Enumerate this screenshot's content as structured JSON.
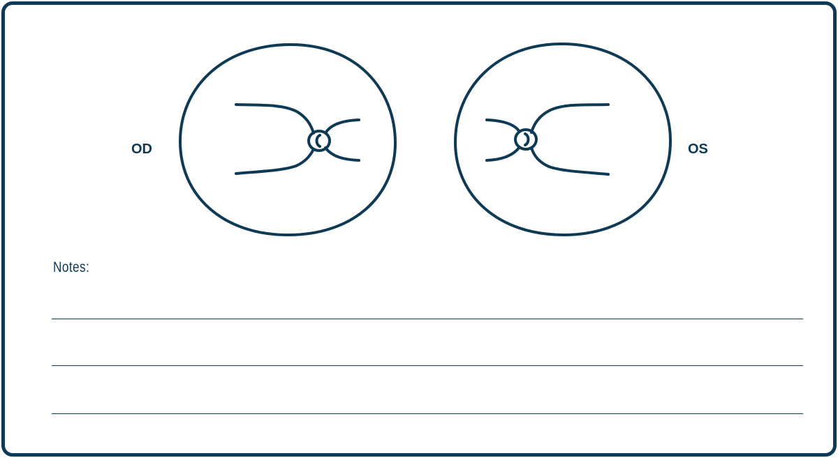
{
  "labels": {
    "right_eye": "OD",
    "left_eye": "OS"
  },
  "notes": {
    "label": "Notes:",
    "lines": [
      "",
      "",
      ""
    ]
  },
  "colors": {
    "ink": "#0e3a55",
    "background": "#ffffff"
  }
}
